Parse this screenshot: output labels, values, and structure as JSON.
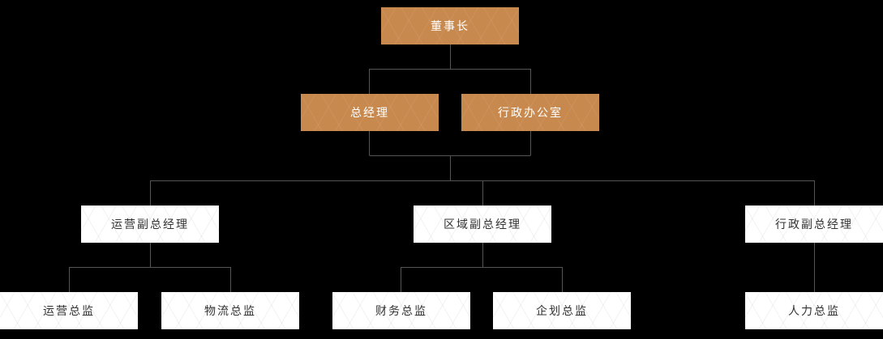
{
  "org_chart": {
    "level1": {
      "chairman": "董事长"
    },
    "level2": {
      "general_manager": "总经理",
      "admin_office": "行政办公室"
    },
    "level3": {
      "operations_vp": "运营副总经理",
      "regional_vp": "区域副总经理",
      "admin_vp": "行政副总经理"
    },
    "level4": {
      "operations_director": "运营总监",
      "logistics_director": "物流总监",
      "finance_director": "财务总监",
      "planning_director": "企划总监",
      "hr_director": "人力总监"
    }
  },
  "colors": {
    "background": "#000000",
    "gold_node": "#c8894e",
    "white_node": "#ffffff",
    "connector": "#555555"
  }
}
